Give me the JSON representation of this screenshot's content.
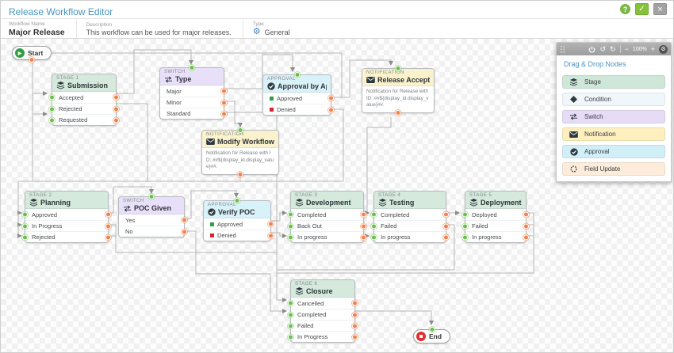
{
  "header": {
    "title": "Release Workflow Editor",
    "help_label": "?",
    "confirm_label": "✓",
    "close_label": "×"
  },
  "workflow": {
    "name_label": "Workflow Name",
    "name_value": "Major Release",
    "description_label": "Description",
    "description_value": "This workflow can be used for major releases.",
    "type_label": "Type",
    "type_value": "General"
  },
  "toolbar": {
    "undo_label": "↺",
    "redo_label": "↻",
    "minus_label": "−",
    "zoom_level": "100%",
    "plus_label": "+",
    "gear_label": "⚙"
  },
  "palette": {
    "title": "Drag & Drop Nodes",
    "items": [
      {
        "label": "Stage",
        "icon": "stage-icon",
        "color": "#cfe7d8"
      },
      {
        "label": "Condition",
        "icon": "condition-icon",
        "color": "#f0f7fa"
      },
      {
        "label": "Switch",
        "icon": "switch-icon",
        "color": "#e6dcf5"
      },
      {
        "label": "Notification",
        "icon": "notification-icon",
        "color": "#fdefbe"
      },
      {
        "label": "Approval",
        "icon": "approval-icon",
        "color": "#d2eef7"
      },
      {
        "label": "Field Update",
        "icon": "field-update-icon",
        "color": "#fcecd9"
      }
    ]
  },
  "canvas": {
    "start_label": "Start",
    "end_label": "End",
    "nodes": {
      "stage1": {
        "kind_label": "Stage 1",
        "title": "Submission",
        "rows": [
          "Accepted",
          "Rejected",
          "Requested"
        ]
      },
      "switch_type": {
        "kind_label": "Switch",
        "title": "Type",
        "rows": [
          "Major",
          "Minor",
          "Standard"
        ]
      },
      "approval_app": {
        "kind_label": "Approval",
        "title": "Approval by Appli...",
        "rows": [
          {
            "label": "Approved",
            "bullet": "green"
          },
          {
            "label": "Denied",
            "bullet": "red"
          }
        ]
      },
      "notif_release": {
        "kind_label": "Notification",
        "title": "Release Accepted",
        "body": "Notification for Release with ID: ##${display_id.display_value}##."
      },
      "notif_modify": {
        "kind_label": "Notification",
        "title": "Modify Workflow",
        "body": "Notification for Release with ID: ##${display_id.display_value}##."
      },
      "stage2": {
        "kind_label": "Stage 2",
        "title": "Planning",
        "rows": [
          "Approved",
          "In Progress",
          "Rejected"
        ]
      },
      "switch_poc": {
        "kind_label": "Switch",
        "title": "POC Given",
        "rows": [
          "Yes",
          "No"
        ]
      },
      "approval_poc": {
        "kind_label": "Approval",
        "title": "Verify POC",
        "rows": [
          {
            "label": "Approved",
            "bullet": "green"
          },
          {
            "label": "Denied",
            "bullet": "red"
          }
        ]
      },
      "stage3": {
        "kind_label": "Stage 3",
        "title": "Development",
        "rows": [
          "Completed",
          "Back Out",
          "In progress"
        ]
      },
      "stage4": {
        "kind_label": "Stage 4",
        "title": "Testing",
        "rows": [
          "Completed",
          "Failed",
          "In progress"
        ]
      },
      "stage5": {
        "kind_label": "Stage 5",
        "title": "Deployment",
        "rows": [
          "Deployed",
          "Failed",
          "In progress"
        ]
      },
      "stage6": {
        "kind_label": "Stage 6",
        "title": "Closure",
        "rows": [
          "Cancelled",
          "Completed",
          "Failed",
          "In Progress"
        ]
      }
    }
  },
  "colors": {
    "accent_blue": "#4a94c4",
    "confirm_green": "#84c23c",
    "port_orange": "#f0824f",
    "port_green": "#6cbf4c",
    "stage_header": "#d5e9dc",
    "switch_header": "#e8e0f8",
    "approval_header": "#d9f1f8",
    "notification_header": "#f9f2cc"
  }
}
